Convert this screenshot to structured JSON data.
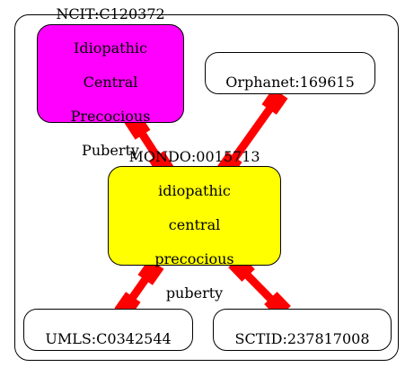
{
  "diagram": {
    "nodes": [
      {
        "id": "ncit",
        "lines": [
          "NCIT:C120372",
          "Idiopathic",
          "Central",
          "Precocious",
          "Puberty"
        ],
        "fill": "#ff00ff"
      },
      {
        "id": "orphanet",
        "lines": [
          "Orphanet:169615"
        ],
        "fill": "#ffffff"
      },
      {
        "id": "mondo",
        "lines": [
          "MONDO:0015713",
          "idiopathic",
          "central",
          "precocious",
          "puberty"
        ],
        "fill": "#ffff00"
      },
      {
        "id": "umls",
        "lines": [
          "UMLS:C0342544"
        ],
        "fill": "#ffffff"
      },
      {
        "id": "sctid",
        "lines": [
          "SCTID:237817008"
        ],
        "fill": "#ffffff"
      }
    ],
    "edges": [
      {
        "from": "ncit",
        "to": "mondo"
      },
      {
        "from": "orphanet",
        "to": "mondo"
      },
      {
        "from": "mondo",
        "to": "umls"
      },
      {
        "from": "mondo",
        "to": "sctid"
      }
    ],
    "edge_color": "#ff0000",
    "cluster_border": "#000000"
  }
}
